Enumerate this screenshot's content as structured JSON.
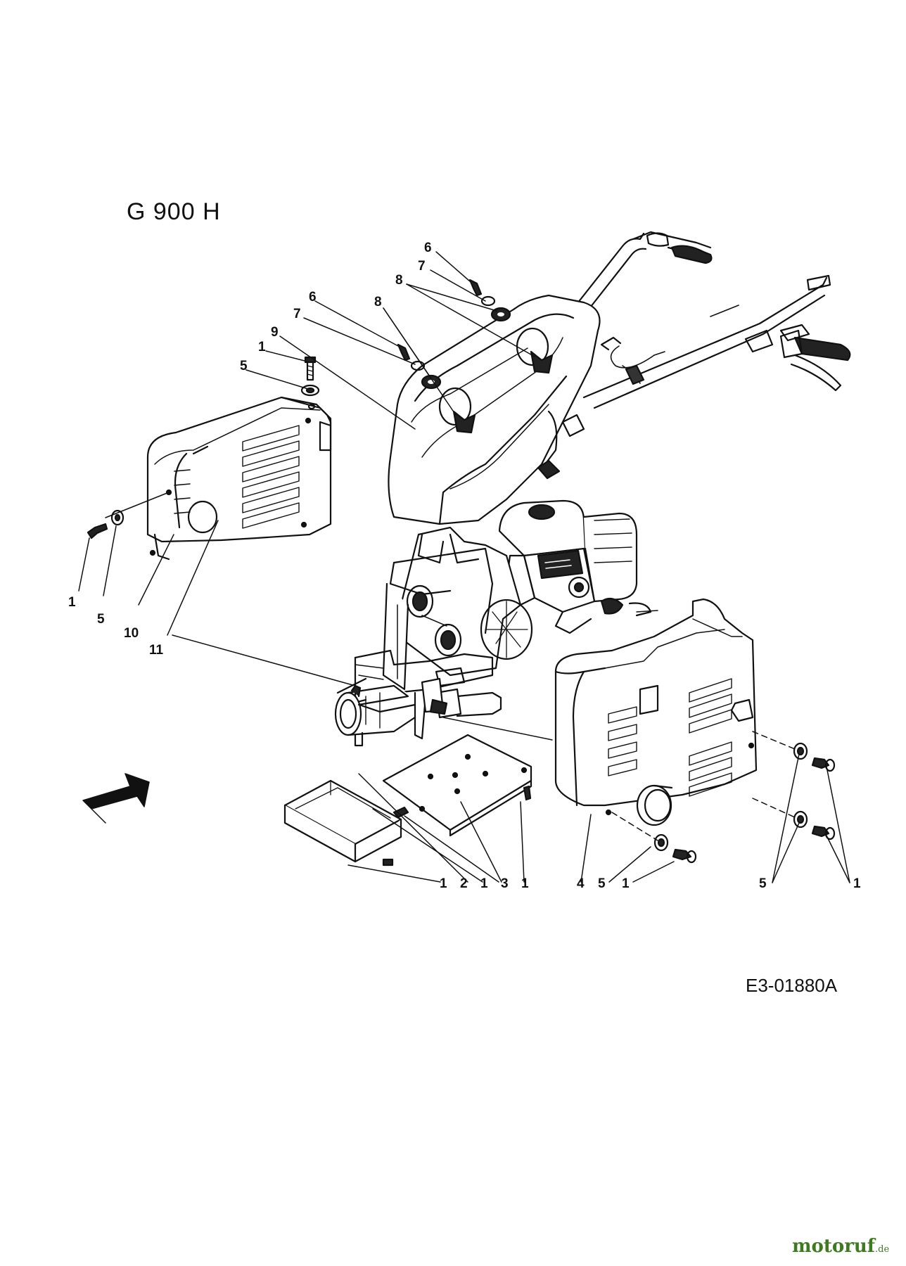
{
  "title": "G 900 H",
  "drawing_code": "E3-01880A",
  "watermark": {
    "name": "motoruf",
    "tld": ".de"
  },
  "callouts": [
    "6",
    "7",
    "8",
    "6",
    "7",
    "8",
    "9",
    "1",
    "5",
    "1",
    "5",
    "10",
    "11",
    "1",
    "2",
    "1",
    "3",
    "1",
    "4",
    "5",
    "1",
    "5",
    "1"
  ],
  "colors": {
    "ink": "#111111",
    "watermark": "#3e7a20"
  }
}
